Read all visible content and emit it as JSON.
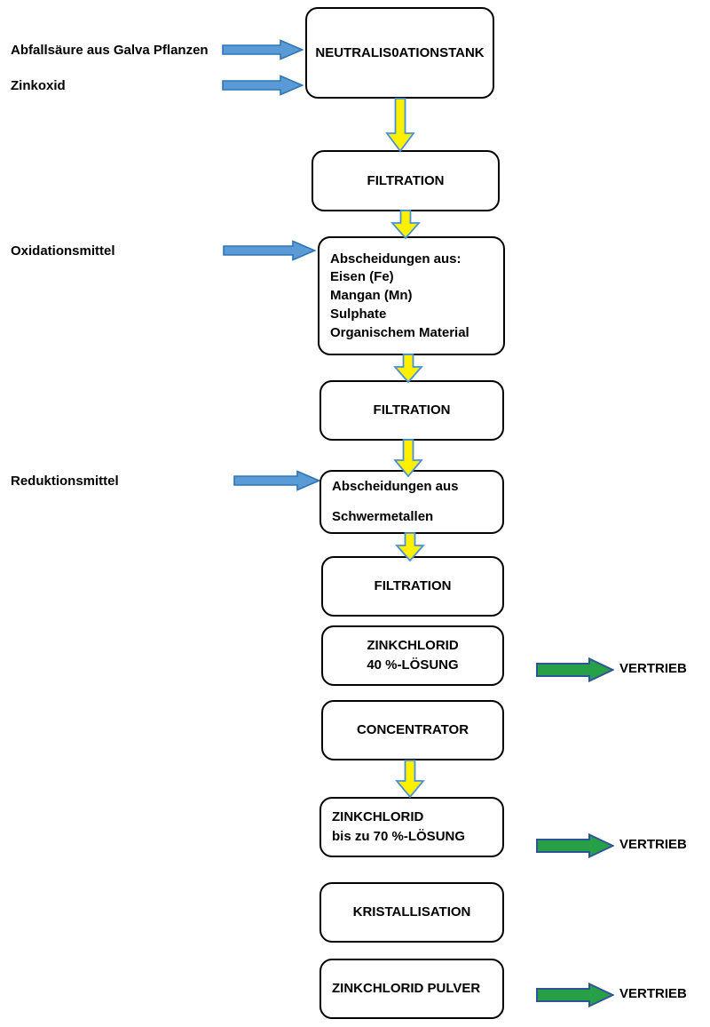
{
  "diagram": {
    "title": "Zinkchlorid Prozess Fliessschema",
    "colors": {
      "box_border": "#000000",
      "box_fill": "#ffffff",
      "input_arrow_fill": "#5B9BD5",
      "input_arrow_stroke": "#2E75B6",
      "flow_arrow_fill": "#FFF000",
      "flow_arrow_stroke": "#4A90D9",
      "output_arrow_fill": "#27A048",
      "output_arrow_stroke": "#2F5597",
      "text": "#000000"
    }
  },
  "inputs": [
    {
      "id": "input-waste-acid",
      "label": "Abfallsäure aus Galva Pflanzen",
      "icon": "blue-right-arrow-icon"
    },
    {
      "id": "input-zinc-oxide",
      "label": "Zinkoxid",
      "icon": "blue-right-arrow-icon"
    },
    {
      "id": "input-oxidant",
      "label": "Oxidationsmittel",
      "icon": "blue-right-arrow-icon"
    },
    {
      "id": "input-reductant",
      "label": "Reduktionsmittel",
      "icon": "blue-right-arrow-icon"
    }
  ],
  "nodes": [
    {
      "id": "neutralisationstank",
      "lines": [
        "NEUTRALIS0ATIONSTANK"
      ]
    },
    {
      "id": "filtration-1",
      "lines": [
        "FILTRATION"
      ]
    },
    {
      "id": "separations-1",
      "lines": [
        "Abscheidungen aus:",
        "Eisen (Fe)",
        "Mangan (Mn)",
        "Sulphate",
        "Organischem Material"
      ]
    },
    {
      "id": "filtration-2",
      "lines": [
        "FILTRATION"
      ]
    },
    {
      "id": "separations-2",
      "lines": [
        "Abscheidungen aus",
        "Schwermetallen"
      ]
    },
    {
      "id": "filtration-3",
      "lines": [
        "FILTRATION"
      ]
    },
    {
      "id": "zinkchlorid-40",
      "lines": [
        "ZINKCHLORID",
        "40 %-LÖSUNG"
      ]
    },
    {
      "id": "concentrator",
      "lines": [
        "CONCENTRATOR"
      ]
    },
    {
      "id": "zinkchlorid-70",
      "lines": [
        "ZINKCHLORID",
        "bis zu 70 %-LÖSUNG"
      ]
    },
    {
      "id": "kristallisation",
      "lines": [
        "KRISTALLISATION"
      ]
    },
    {
      "id": "zinkchlorid-pulver",
      "lines": [
        "ZINKCHLORID PULVER"
      ]
    }
  ],
  "outputs": [
    {
      "id": "output-40-solution",
      "label": "VERTRIEB",
      "icon": "green-right-arrow-icon"
    },
    {
      "id": "output-70-solution",
      "label": "VERTRIEB",
      "icon": "green-right-arrow-icon"
    },
    {
      "id": "output-powder",
      "label": "VERTRIEB",
      "icon": "green-right-arrow-icon"
    }
  ],
  "flow_arrows": [
    {
      "id": "flow-neutralisationstank-to-filtration-1",
      "icon": "yellow-down-arrow-icon"
    },
    {
      "id": "flow-filtration-1-to-separations-1",
      "icon": "yellow-down-arrow-icon"
    },
    {
      "id": "flow-separations-1-to-filtration-2",
      "icon": "yellow-down-arrow-icon"
    },
    {
      "id": "flow-filtration-2-to-separations-2",
      "icon": "yellow-down-arrow-icon"
    },
    {
      "id": "flow-separations-2-to-filtration-3",
      "icon": "yellow-down-arrow-icon"
    },
    {
      "id": "flow-concentrator-to-zinkchlorid-70",
      "icon": "yellow-down-arrow-icon"
    }
  ]
}
